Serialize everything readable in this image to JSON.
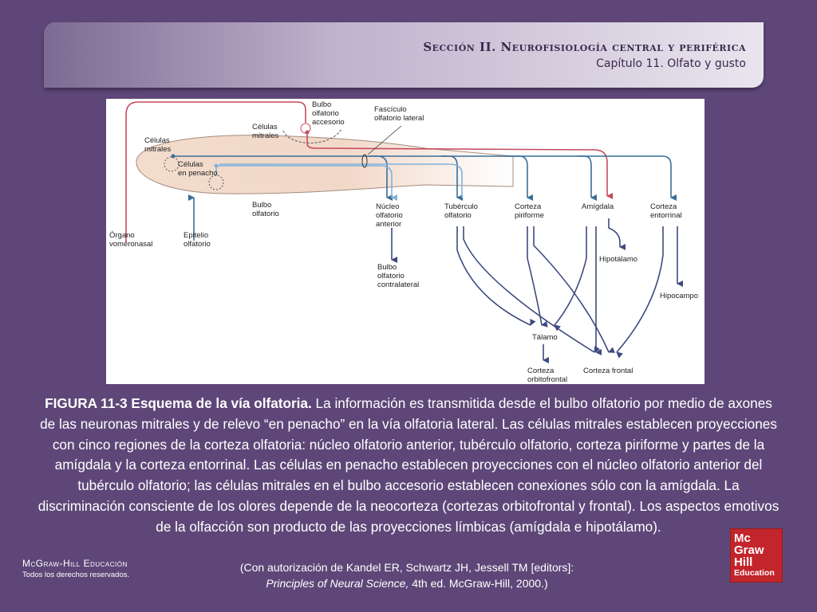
{
  "header": {
    "section": "Sección II.  Neurofisiología central y periférica",
    "chapter": "Capítulo 11. Olfato y gusto"
  },
  "diagram": {
    "labels": {
      "bulbo_accesorio": [
        "Bulbo",
        "olfatorio",
        "accesorio"
      ],
      "fasciculo": [
        "Fascículo",
        "olfatorio lateral"
      ],
      "celulas_mitrales_top": [
        "Células",
        "mitrales"
      ],
      "celulas_mitrales_left": [
        "Células",
        "mitrales"
      ],
      "celulas_penacho": [
        "Células",
        "en penacho"
      ],
      "bulbo_olfatorio": [
        "Bulbo",
        "olfatorio"
      ],
      "organo_vomeronasal": [
        "Órgano",
        "vomeronasal"
      ],
      "epitelio_olfatorio": [
        "Epitelio",
        "olfatorio"
      ],
      "nucleo_anterior": [
        "Núcleo",
        "olfatorio",
        "anterior"
      ],
      "bulbo_contralateral": [
        "Bulbo",
        "olfatorio",
        "contralateral"
      ],
      "tuberculo": [
        "Tubérculo",
        "olfatorio"
      ],
      "corteza_piriforme": [
        "Corteza",
        "piriforme"
      ],
      "amigdala": [
        "Amígdala"
      ],
      "corteza_entorrinal": [
        "Corteza",
        "entorrinal"
      ],
      "hipotalamo": [
        "Hipotálamo"
      ],
      "hipocampo": [
        "Hipocampo"
      ],
      "talamo": [
        "Tálamo"
      ],
      "corteza_orbitofrontal": [
        "Corteza",
        "orbitofrontal"
      ],
      "corteza_frontal": [
        "Corteza frontal"
      ]
    },
    "colors": {
      "light_blue": "#7fb2dc",
      "dark_blue": "#3a6e96",
      "navy": "#3e4a80",
      "red": "#c64a5e",
      "bulb_fill": "#f3dccd"
    }
  },
  "caption": {
    "title": "FIGURA 11-3 Esquema de la vía olfatoria.",
    "text": " La información es transmitida desde el bulbo olfatorio por medio de axones de las neuronas mitrales y de relevo “en penacho” en la vía olfatoria lateral. Las células mitrales establecen proyecciones con cinco regiones de la corteza olfatoria: núcleo olfatorio anterior, tubérculo olfatorio, corteza piriforme y partes de la amígdala y la corteza entorrinal. Las células en penacho establecen proyecciones con el núcleo olfatorio anterior del tubérculo olfatorio; las células mitrales en el bulbo accesorio establecen conexiones sólo con la amígdala. La discriminación consciente de los olores depende de la neocorteza (cortezas orbitofrontal y frontal). Los aspectos emotivos  de la olfacción son producto de las proyecciones  límbicas (amígdala e hipotálamo)."
  },
  "credit": {
    "line1": "(Con autorización de Kandel ER, Schwartz JH,  Jessell TM [editors]:",
    "book": "Principles of Neural Science,",
    "rest": " 4th ed. McGraw-Hill, 2000.)"
  },
  "brand": {
    "name": "McGraw-Hill Educación",
    "rights": "Todos los derechos reservados.",
    "logo": [
      "Mc",
      "Graw",
      "Hill",
      "Education"
    ]
  }
}
